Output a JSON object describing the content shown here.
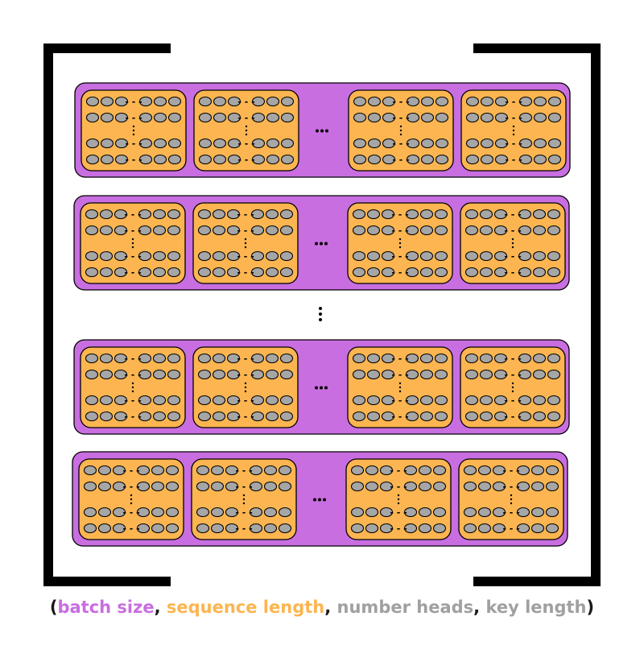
{
  "caption": {
    "open_paren": "(",
    "batch_size": "batch size",
    "sep_1": ", ",
    "sequence_length": "sequence length",
    "sep_2": ", ",
    "number_heads": "number heads",
    "sep_3": ", ",
    "key_length": "key length",
    "close_paren": ")"
  },
  "colors": {
    "batch": "#c86ee0",
    "sequence": "#fcb550",
    "heads": "#a0a0a0",
    "key_cell": "#a6a6a6",
    "ink": "#000000"
  },
  "diagram": {
    "batch_rows_drawn": 4,
    "sequence_blocks_per_row": 4,
    "visible_cells_per_block_row": 6,
    "visible_rows_per_block": 4,
    "ellipsis_glyph": "⋯",
    "vertical_ellipsis_glyph": "⋮"
  }
}
